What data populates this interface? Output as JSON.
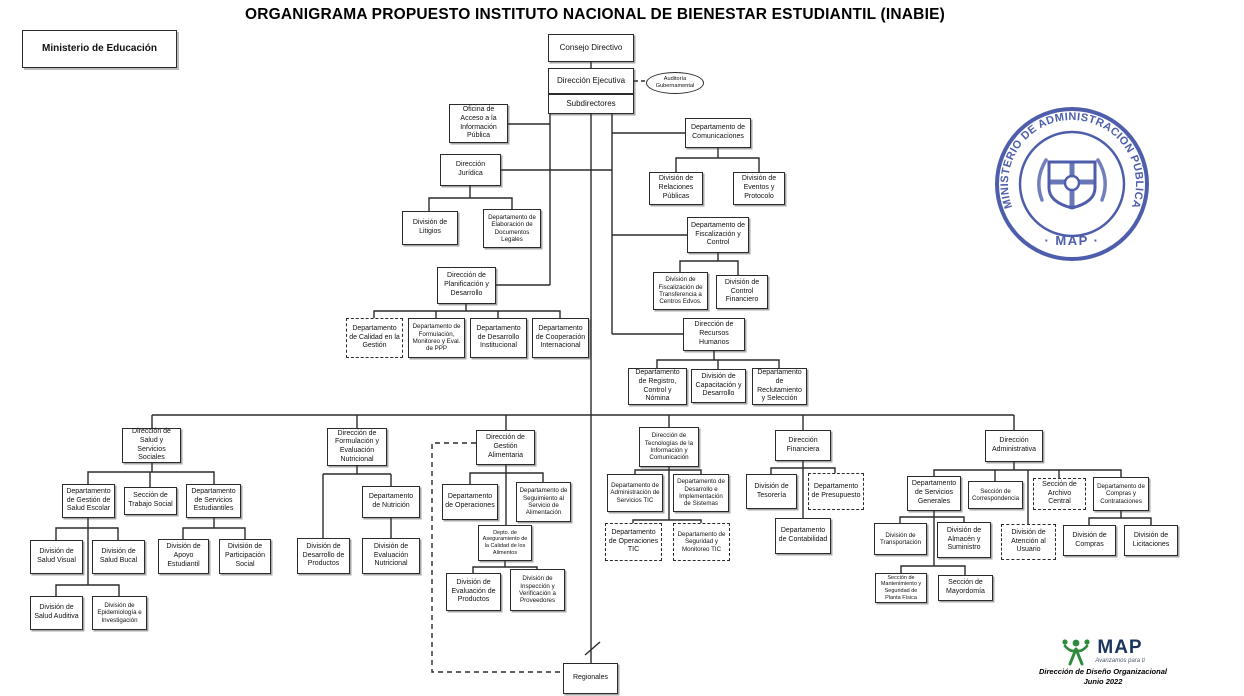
{
  "title": "ORGANIGRAMA PROPUESTO INSTITUTO NACIONAL DE BIENESTAR ESTUDIANTIL (INABIE)",
  "nodes": {
    "ministerio_educacion": {
      "label": "Ministerio de Educación"
    },
    "consejo_directivo": {
      "label": "Consejo Directivo"
    },
    "direccion_ejecutiva": {
      "label": "Dirección Ejecutiva"
    },
    "subdirectores": {
      "label": "Subdirectores"
    },
    "auditoria_gubernamental": {
      "label": "Auditoría Gubernamental"
    },
    "oficina_acceso": {
      "label": "Oficina de Acceso a la Información Pública"
    },
    "direccion_juridica": {
      "label": "Dirección Jurídica"
    },
    "division_litigios": {
      "label": "División de Litigios"
    },
    "depto_elaboracion_documentos": {
      "label": "Departamento de Elaboración de Documentos Legales"
    },
    "direccion_planificacion": {
      "label": "Dirección de Planificación y Desarrollo"
    },
    "depto_calidad_gestion": {
      "label": "Departamento de Calidad en la Gestión"
    },
    "depto_formulacion_monitoreo": {
      "label": "Departamento de Formulación, Monitoreo y Eval. de PPP"
    },
    "depto_desarrollo_institucional": {
      "label": "Departamento de Desarrollo Institucional"
    },
    "depto_cooperacion_internacional": {
      "label": "Departamento de Cooperación Internacional"
    },
    "depto_comunicaciones": {
      "label": "Departamento de Comunicaciones"
    },
    "division_relaciones_publicas": {
      "label": "División de Relaciones Públicas"
    },
    "division_eventos_protocolo": {
      "label": "División de Eventos y Protocolo"
    },
    "depto_fiscalizacion_control": {
      "label": "Departamento de Fiscalización y Control"
    },
    "division_fiscalizacion_transferencia": {
      "label": "División de Fiscalización de Transferencia a Centros Edvos."
    },
    "division_control_financiero": {
      "label": "División de Control Financiero"
    },
    "direccion_recursos_humanos": {
      "label": "Dirección de Recursos Humanos"
    },
    "depto_registro_control_nomina": {
      "label": "Departamento de Registro, Control y Nómina"
    },
    "division_capacitacion_desarrollo": {
      "label": "División de Capacitación y Desarrollo"
    },
    "depto_reclutamiento_seleccion": {
      "label": "Departamento de Reclutamiento y Selección"
    },
    "direccion_salud_servicios": {
      "label": "Dirección de Salud y Servicios Sociales"
    },
    "direccion_formulacion_nutricional": {
      "label": "Dirección de Formulación y Evaluación Nutricional"
    },
    "direccion_gestion_alimentaria": {
      "label": "Dirección de Gestión Alimentaria"
    },
    "direccion_tic": {
      "label": "Dirección de Tecnologías de la Información y Comunicación"
    },
    "direccion_financiera": {
      "label": "Dirección Financiera"
    },
    "direccion_administrativa": {
      "label": "Dirección Administrativa"
    },
    "depto_gestion_salud_escolar": {
      "label": "Departamento de Gestión de Salud Escolar"
    },
    "seccion_trabajo_social": {
      "label": "Sección de Trabajo Social"
    },
    "depto_servicios_estudiantiles": {
      "label": "Departamento de Servicios Estudiantiles"
    },
    "division_salud_visual": {
      "label": "División de Salud Visual"
    },
    "division_salud_bucal": {
      "label": "División de Salud Bucal"
    },
    "division_apoyo_estudiantil": {
      "label": "División de Apoyo Estudiantil"
    },
    "division_participacion_social": {
      "label": "División de Participación Social"
    },
    "division_salud_auditiva": {
      "label": "División de Salud Auditiva"
    },
    "division_epidemiologia": {
      "label": "División de Epidemiología e Investigación"
    },
    "depto_nutricion": {
      "label": "Departamento de Nutrición"
    },
    "division_desarrollo_productos": {
      "label": "División de Desarrollo de Productos"
    },
    "division_evaluacion_nutricional": {
      "label": "División de Evaluación Nutricional"
    },
    "depto_operaciones": {
      "label": "Departamento de Operaciones"
    },
    "depto_seguimiento_alimentacion": {
      "label": "Departamento de Seguimiento al Servicio de Alimentación"
    },
    "depto_aseguramiento_calidad": {
      "label": "Depto. de Aseguramiento de la Calidad de los Alimentos"
    },
    "division_evaluacion_productos": {
      "label": "División de Evaluación de Productos"
    },
    "division_inspeccion_proveedores": {
      "label": "División de Inspección y Verificación a Proveedores"
    },
    "regionales": {
      "label": "Regionales"
    },
    "depto_administracion_servicios_tic": {
      "label": "Departamento de Administración de Servicios TIC"
    },
    "depto_desarrollo_sistemas": {
      "label": "Departamento de Desarrollo e Implementación de Sistemas"
    },
    "depto_operaciones_tic": {
      "label": "Departamento de Operaciones TIC"
    },
    "depto_seguridad_monitoreo_tic": {
      "label": "Departamento de Seguridad y Monitoreo TIC"
    },
    "division_tesoreria": {
      "label": "División de Tesorería"
    },
    "depto_presupuesto": {
      "label": "Departamento de Presupuesto"
    },
    "depto_contabilidad": {
      "label": "Departamento de Contabilidad"
    },
    "depto_servicios_generales": {
      "label": "Departamento de Servicios Generales"
    },
    "seccion_correspondencia": {
      "label": "Sección de Correspondencia"
    },
    "seccion_archivo_central": {
      "label": "Sección de Archivo Central"
    },
    "depto_compras_contrataciones": {
      "label": "Departamento de Compras y Contrataciones"
    },
    "division_transportacion": {
      "label": "División de Transportación"
    },
    "division_almacen_suministro": {
      "label": "División de Almacén y Suministro"
    },
    "division_atencion_usuario": {
      "label": "División de Atención al Usuario"
    },
    "division_compras": {
      "label": "División de Compras"
    },
    "division_licitaciones": {
      "label": "División de Licitaciones"
    },
    "seccion_mantenimiento": {
      "label": "Sección de Mantenimiento y Seguridad de Planta Física"
    },
    "seccion_mayordomia": {
      "label": "Sección de Mayordomía"
    }
  },
  "seal": {
    "text_top": "MINISTERIO DE ADMINISTRACIÓN PÚBLICA",
    "text_bottom": "· MAP ·",
    "color": "#3f51a5"
  },
  "footer": {
    "logo_text": "MAP",
    "tagline": "Avanzamos para ti",
    "credit_line1": "Dirección de Diseño Organizacional",
    "credit_line2": "Junio 2022"
  }
}
